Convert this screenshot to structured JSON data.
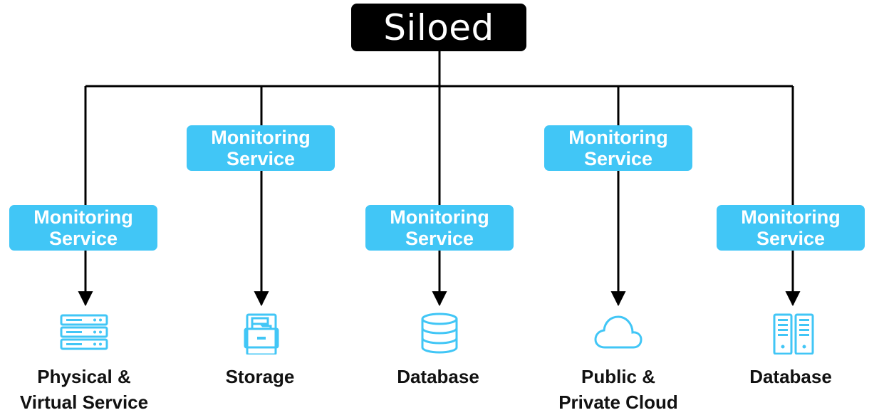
{
  "title": "Siloed",
  "colors": {
    "title_bg": "#000000",
    "box_bg": "#41c6f6",
    "icon": "#41c6f6",
    "line": "#000000"
  },
  "columns": [
    {
      "service_line1": "Monitoring",
      "service_line2": "Service",
      "icon": "server-rack-icon",
      "label_line1": "Physical &",
      "label_line2": "Virtual Service"
    },
    {
      "service_line1": "Monitoring",
      "service_line2": "Service",
      "icon": "storage-cabinet-icon",
      "label_line1": "Storage",
      "label_line2": ""
    },
    {
      "service_line1": "Monitoring",
      "service_line2": "Service",
      "icon": "database-icon",
      "label_line1": "Database",
      "label_line2": ""
    },
    {
      "service_line1": "Monitoring",
      "service_line2": "Service",
      "icon": "cloud-icon",
      "label_line1": "Public &",
      "label_line2": "Private Cloud"
    },
    {
      "service_line1": "Monitoring",
      "service_line2": "Service",
      "icon": "server-towers-icon",
      "label_line1": "Database",
      "label_line2": ""
    }
  ]
}
